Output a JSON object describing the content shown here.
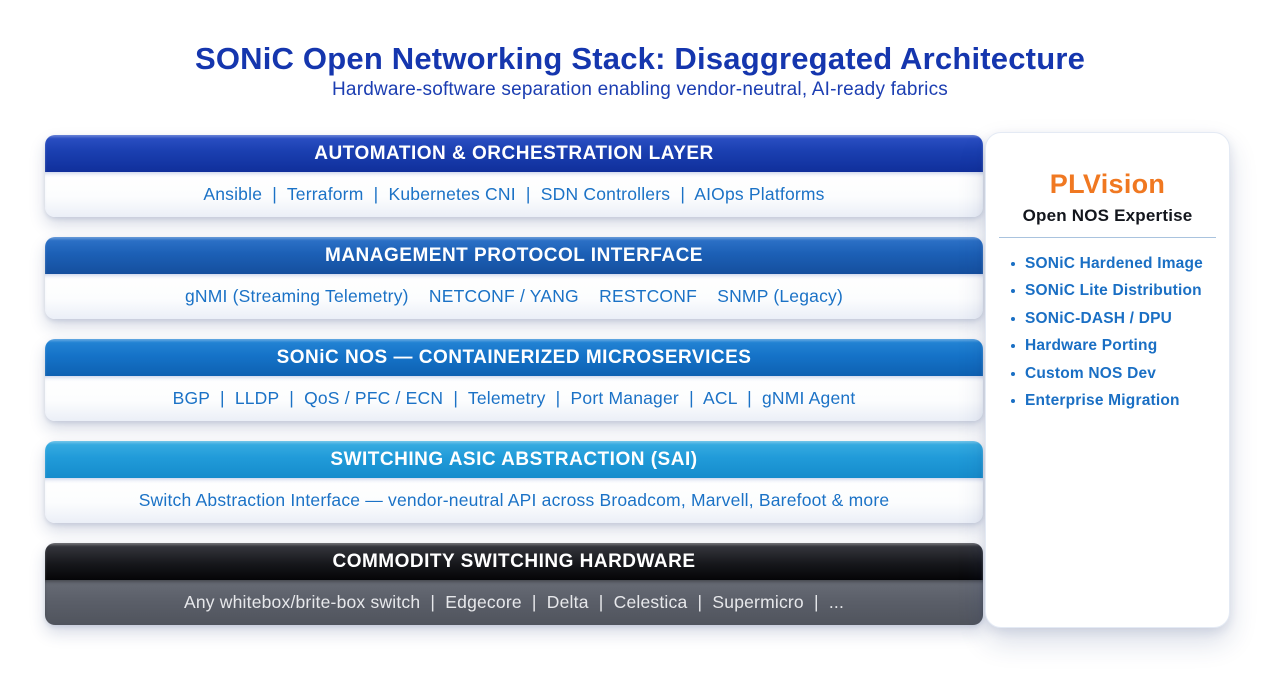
{
  "page": {
    "title": "SONiC Open Networking Stack: Disaggregated Architecture",
    "subtitle": "Hardware-software separation enabling vendor-neutral, AI-ready fabrics",
    "title_color": "#1536ae",
    "background_color": "#ffffff"
  },
  "layers": [
    {
      "header": "AUTOMATION & ORCHESTRATION LAYER",
      "items": [
        "Ansible",
        "Terraform",
        "Kubernetes CNI",
        "SDN Controllers",
        "AIOps Platforms"
      ],
      "items_text": "Ansible  |  Terraform  |  Kubernetes CNI  |  SDN Controllers  |  AIOps Platforms",
      "header_color": "#1a3fb0",
      "body_text_color": "#1b72c6"
    },
    {
      "header": "MANAGEMENT PROTOCOL INTERFACE",
      "items": [
        "gNMI (Streaming Telemetry)",
        "NETCONF / YANG",
        "RESTCONF",
        "SNMP (Legacy)"
      ],
      "items_text": "gNMI (Streaming Telemetry)    NETCONF / YANG    RESTCONF    SNMP (Legacy)",
      "header_color": "#1c60b6",
      "body_text_color": "#1b72c6"
    },
    {
      "header": "SONiC NOS — CONTAINERIZED MICROSERVICES",
      "items": [
        "BGP",
        "LLDP",
        "QoS / PFC / ECN",
        "Telemetry",
        "Port Manager",
        "ACL",
        "gNMI Agent"
      ],
      "items_text": "BGP  |  LLDP  |  QoS / PFC / ECN  |  Telemetry  |  Port Manager  |  ACL  |  gNMI Agent",
      "header_color": "#1573c8",
      "body_text_color": "#1b72c6"
    },
    {
      "header": "SWITCHING ASIC ABSTRACTION (SAI)",
      "items": [
        "Switch Abstraction Interface — vendor-neutral API across Broadcom, Marvell, Barefoot & more"
      ],
      "items_text": "Switch Abstraction Interface — vendor-neutral API across Broadcom, Marvell, Barefoot & more",
      "header_color": "#219bd9",
      "body_text_color": "#1b72c6"
    },
    {
      "header": "COMMODITY SWITCHING HARDWARE",
      "items": [
        "Any whitebox/brite-box switch",
        "Edgecore",
        "Delta",
        "Celestica",
        "Supermicro",
        "..."
      ],
      "items_text": "Any whitebox/brite-box switch  |  Edgecore  |  Delta  |  Celestica  |  Supermicro  |  ...",
      "header_color": "#17181c",
      "body_background_color": "#5a5e68",
      "body_text_color": "#e7e8eb"
    }
  ],
  "sidebar": {
    "brand": "PLVision",
    "brand_color": "#f07821",
    "subtitle": "Open NOS Expertise",
    "items": [
      "SONiC Hardened Image",
      "SONiC Lite Distribution",
      "SONiC-DASH / DPU",
      "Hardware Porting",
      "Custom NOS Dev",
      "Enterprise Migration"
    ],
    "item_color": "#1a6fc4"
  }
}
